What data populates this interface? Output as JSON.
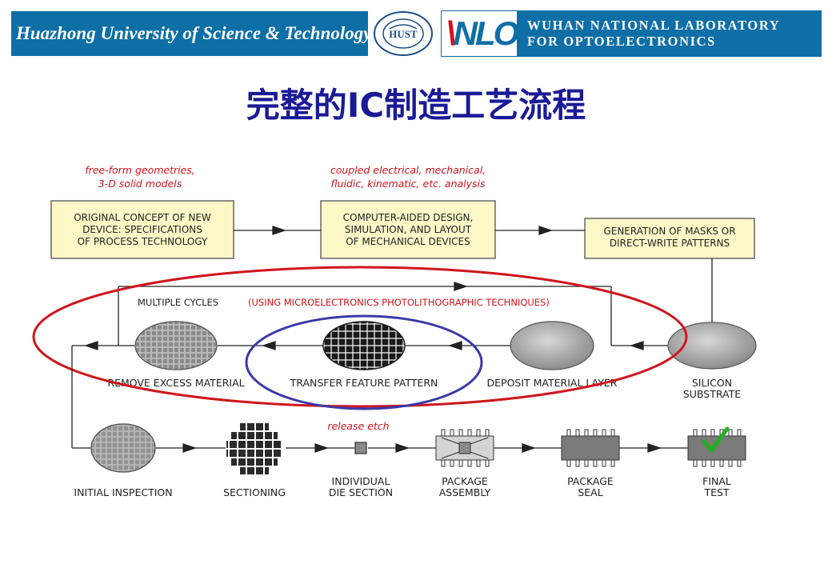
{
  "header": {
    "university": "Huazhong University of Science & Technology",
    "emblem_label": "university-emblem",
    "lab_logo": "NLO",
    "lab_line1": "WUHAN NATIONAL LABORATORY",
    "lab_line2": "FOR OPTOELECTRONICS"
  },
  "title": "完整的IC制造工艺流程",
  "notes": {
    "concept_note_1": "free-form geometries,",
    "concept_note_2": "3-D solid models",
    "design_note_1": "coupled electrical, mechanical,",
    "design_note_2": "fluidic, kinematic, etc. analysis",
    "release_note": "release etch"
  },
  "boxes": {
    "concept_1": "ORIGINAL CONCEPT OF NEW",
    "concept_2": "DEVICE:  SPECIFICATIONS",
    "concept_3": "OF PROCESS TECHNOLOGY",
    "design_1": "COMPUTER-AIDED DESIGN,",
    "design_2": "SIMULATION, AND LAYOUT",
    "design_3": "OF MECHANICAL DEVICES",
    "masks_1": "GENERATION OF MASKS OR",
    "masks_2": "DIRECT-WRITE PATTERNS"
  },
  "cycle": {
    "label": "MULTIPLE  CYCLES",
    "technique": "(USING MICROELECTRONICS PHOTOLITHOGRAPHIC TECHNIQUES)"
  },
  "steps": {
    "remove": "REMOVE EXCESS MATERIAL",
    "transfer": "TRANSFER FEATURE PATTERN",
    "deposit": "DEPOSIT MATERIAL LAYER",
    "silicon_1": "SILICON",
    "silicon_2": "SUBSTRATE",
    "inspection": "INITIAL INSPECTION",
    "sectioning": "SECTIONING",
    "die_1": "INDIVIDUAL",
    "die_2": "DIE SECTION",
    "assembly_1": "PACKAGE",
    "assembly_2": "ASSEMBLY",
    "seal_1": "PACKAGE",
    "seal_2": "SEAL",
    "final_1": "FINAL",
    "final_2": "TEST"
  },
  "colors": {
    "banner": "#0e6fa6",
    "title": "#1a1a96",
    "box_fill": "#fcf8c8",
    "highlight_red": "#d0141c",
    "highlight_blue": "#3a3aa8",
    "check": "#22b022"
  }
}
